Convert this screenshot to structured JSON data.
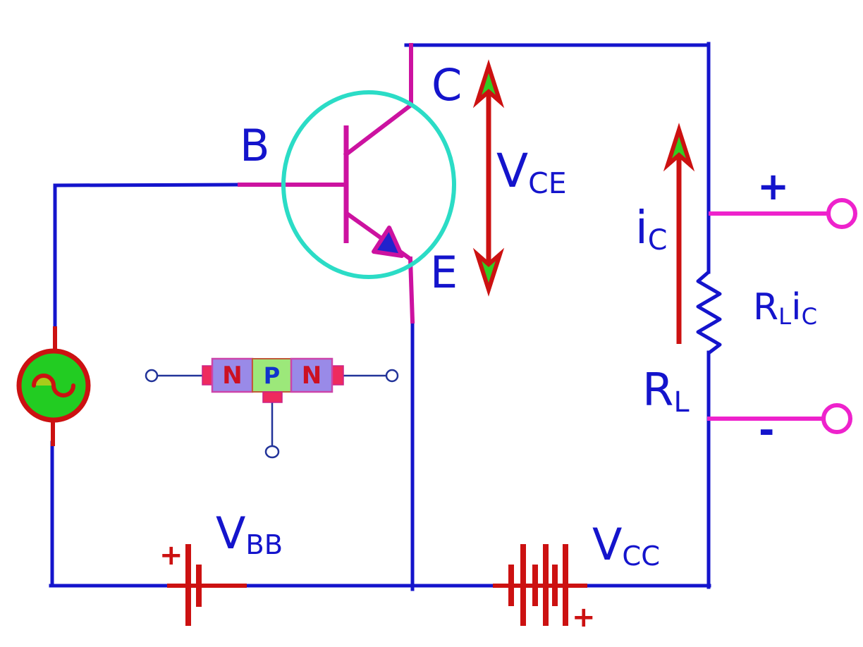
{
  "diagram_title": "npn-transistor-common-emitter-amplifier-circuit",
  "transistor": {
    "base_label": "B",
    "collector_label": "C",
    "emitter_label": "E"
  },
  "vce_label": {
    "main": "V",
    "sub": "CE"
  },
  "collector_current_label": {
    "main": "i",
    "sub": "C"
  },
  "load": {
    "resistor_label": {
      "main": "R",
      "sub": "L"
    },
    "voltage_drop_label": {
      "r": "R",
      "r_sub": "L",
      "i": "i",
      "i_sub": "C"
    }
  },
  "output_terminals": {
    "plus": "+",
    "minus": "-"
  },
  "npn_block": {
    "left": "N",
    "middle": "P",
    "right": "N"
  },
  "vbb_battery": {
    "label_main": "V",
    "label_sub": "BB",
    "polarity": "+"
  },
  "vcc_battery": {
    "label_main": "V",
    "label_sub": "CC",
    "polarity": "+"
  },
  "colors": {
    "wire_blue": "#1414cc",
    "lead_magenta": "#cc12a0",
    "terminal_magenta": "#ee22cc",
    "transistor_circle_cyan": "#2bdcc6",
    "red": "#cc1111",
    "ac_source_green": "#22cc22",
    "sine_fill_yellowgreen": "#a8cc1a",
    "block_purple": "#998ae8",
    "block_green": "#9ce87a",
    "contact_pink": "#ee2a5e",
    "arrow_inner_green": "#33cc22",
    "label_blue": "#1414cc",
    "emitter_arrow_blue": "#2222cc"
  }
}
